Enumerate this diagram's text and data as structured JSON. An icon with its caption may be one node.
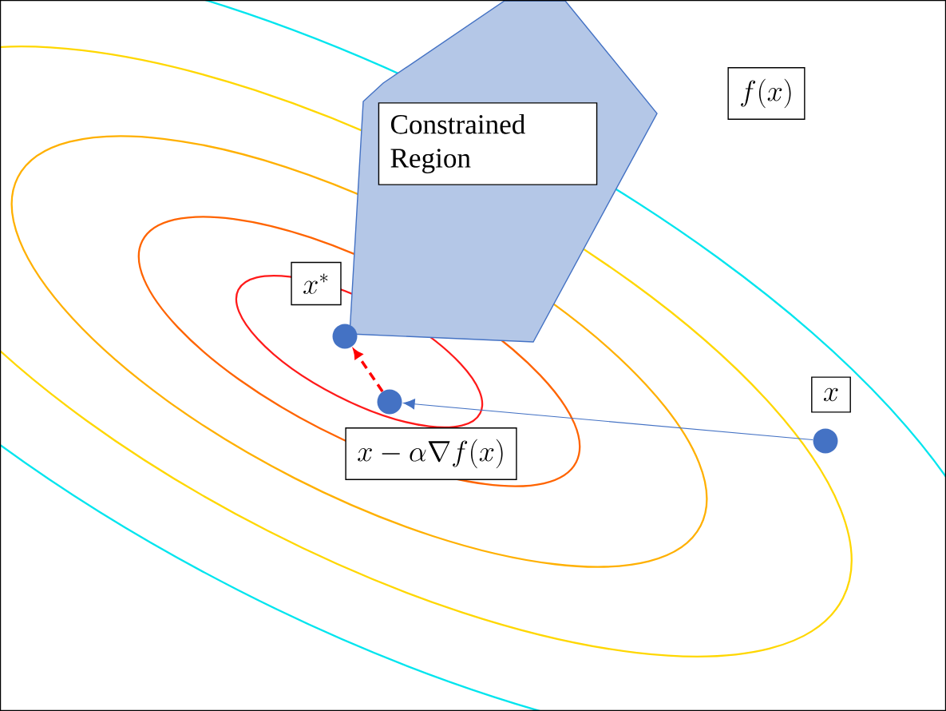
{
  "diagram": {
    "nodes": [
      {
        "text": [
          "Constrained Region"
        ]
      },
      {
        "text": [
          "f(x)"
        ]
      },
      {
        "text": [
          "x^*"
        ]
      },
      {
        "text": [],
        "shape": "circle"
      },
      {
        "text": [],
        "shape": "circle"
      },
      {
        "text": [
          "x-\\alpha\\nabla f(x)"
        ]
      },
      {
        "text": [
          "x"
        ]
      },
      {
        "text": [],
        "shape": "circle"
      }
    ],
    "edges": [
      {
        "from": 7,
        "to": 4,
        "arrow": "to"
      },
      {
        "from": 4,
        "to": 3,
        "arrow": "to",
        "style": "dashed",
        "color": "#ff0000"
      }
    ]
  }
}
